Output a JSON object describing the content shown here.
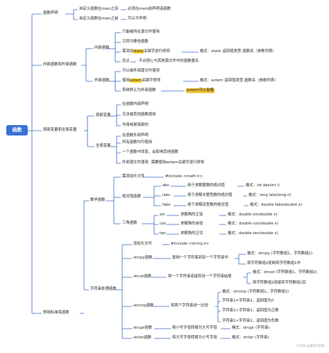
{
  "root": "函数",
  "decl": {
    "label": "函数声明",
    "after": "自定义函数在main之后",
    "after_note": "必须在main前声明该函数",
    "before": "自定义函数在main之前",
    "before_note": "可以不声明"
  },
  "inner_outer": {
    "label": "内部函数和外部函数",
    "inner": {
      "label": "内部函数",
      "items": [
        "只能被所在源文件使用",
        "又称为静态函数"
      ],
      "modifier_pre": "需添加",
      "modifier_key": "static",
      "modifier_post": "关键字进行修饰",
      "modifier_format": "格式：static 返回值类型 函数名（参数列表）",
      "advantage": "优点",
      "advantage_note": "不必担心与其他源文件中的函数重名"
    },
    "outer": {
      "label": "外部函数",
      "item1": "可以被外部源文件使用",
      "modifier_pre": "使用",
      "modifier_key": "extern",
      "modifier_post": "关键字修饰",
      "modifier_format": "格式：extern 返回值类型 函数名（参数列表）",
      "default": "系统默认为外部函数",
      "default_note": "extern可以省略"
    }
  },
  "scope": {
    "label": "局部变量和全局变量",
    "local": {
      "label": "局部变量",
      "items": [
        "在函数内部声明",
        "无法被其他函数使用",
        "作用域是局部的"
      ]
    },
    "global": {
      "label": "全局变量",
      "items": [
        "在函数外部声明",
        "所有函数均可使用",
        "一个函数中改变，会影响其他函数",
        "外部源文件使用",
        "需要使用extern关键字进行修饰"
      ]
    }
  },
  "stdlib": {
    "label": "常用标准库函数",
    "math": {
      "label": "数学函数",
      "header": "需添加头文件",
      "include": "#include <math.h>",
      "abs_group": "绝对值函数",
      "abs_items": [
        {
          "name": "abs",
          "desc": "用于求解整数的绝对值",
          "fmt": "格式：int abs(int i)"
        },
        {
          "name": "labs",
          "desc": "用于求解长整型数的绝对值",
          "fmt": "格式：long labs(long n)"
        },
        {
          "name": "fabs",
          "desc": "用于求解实型数的绝对值",
          "fmt": "格式：double fabs(double x)"
        }
      ],
      "trig_group": "三角函数",
      "trig_items": [
        {
          "name": "sin",
          "desc": "求解角的正弦",
          "fmt": "格式：double sin(double x)"
        },
        {
          "name": "cos",
          "desc": "求解角的余弦",
          "fmt": "格式：double cos(double x)"
        },
        {
          "name": "tan",
          "desc": "求解角的正切",
          "fmt": "格式：double tan(double x)"
        }
      ]
    },
    "string": {
      "label": "字符串处理函数",
      "header": "添加头文件",
      "include": "#include <string.h>",
      "strcpy": {
        "name": "strcpy函数",
        "desc": "复制一个字符串到另一个字符串中",
        "fmt": "格式：strcpy (字符数组1，字符数组2)",
        "note": "将字符数组2复制到字符数组1中"
      },
      "strcat": {
        "name": "strcat函数",
        "desc": "将一个字符串连接到另一个字符串结尾",
        "fmt": "格式：strcat (字符数组1，字符数组2)",
        "note": "将字符数组2连接到字符数组1后"
      },
      "strcmp": {
        "name": "strcmp函数",
        "desc": "将两个字符串进一比较",
        "fmt": "格式：strcmp (字符数组1，字符数组2)",
        "results": [
          "字符串1=字符串2，返回值为0",
          "字符串1>字符串2，返回值为正数",
          "字符串1<字符串2，返回值为负数"
        ]
      },
      "strupr": {
        "name": "strupr函数",
        "desc": "将小写字母转换为大写字母",
        "fmt": "格式：strupr (字符串)"
      },
      "strlwr": {
        "name": "strlwr函数",
        "desc": "将大写字母转换为小写字母",
        "fmt": "格式：strlwr (字符串)"
      }
    }
  },
  "watermark": "CSDN @国际IT机构"
}
